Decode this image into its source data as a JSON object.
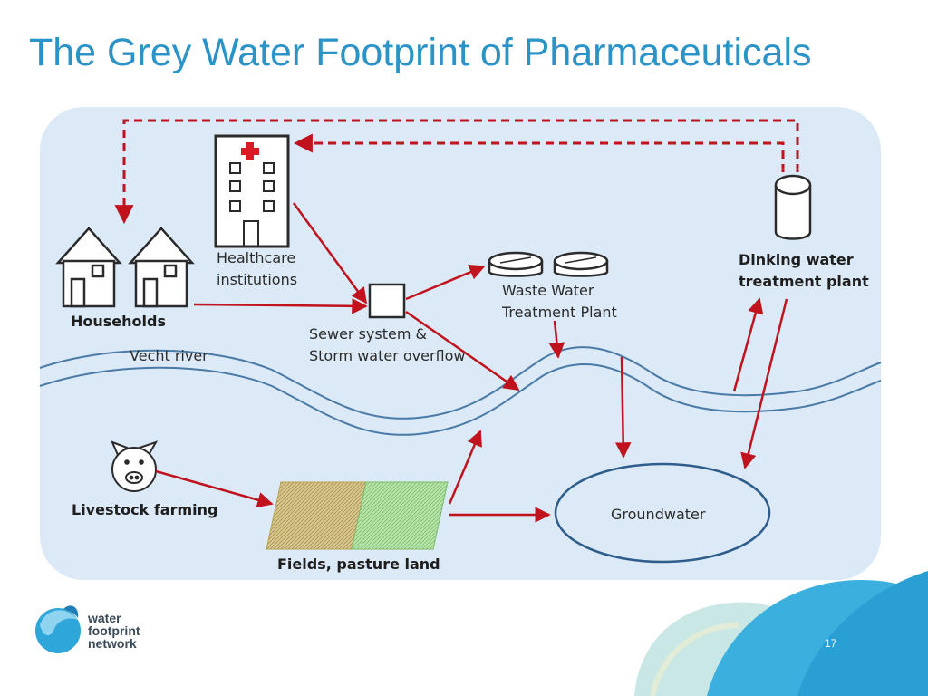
{
  "slide": {
    "title": "The Grey Water Footprint of Pharmaceuticals",
    "slide_number": "17"
  },
  "diagram": {
    "labels": {
      "healthcare_line1": "Healthcare",
      "healthcare_line2": "institutions",
      "households": "Households",
      "vecht_river": "Vecht river",
      "sewer_line1": "Sewer system &",
      "sewer_line2": "Storm water overflow",
      "wwtp_line1": "Waste Water",
      "wwtp_line2": "Treatment Plant",
      "dwtp_line1": "Dinking water",
      "dwtp_line2": "treatment plant",
      "livestock": "Livestock farming",
      "fields": "Fields, pasture land",
      "groundwater": "Groundwater"
    },
    "colors": {
      "panel": "#dce9f6",
      "arrow": "#c0131d",
      "river": "#4a7aa6",
      "title": "#2a93c8",
      "brand_blue": "#2fa6d9"
    },
    "icons": [
      "house-icon",
      "hospital-icon",
      "sewer-box-icon",
      "tank-icon",
      "cylinder-icon",
      "pig-icon",
      "field-icon"
    ]
  },
  "logo": {
    "line1": "water",
    "line2": "footprint",
    "line3": "network"
  }
}
